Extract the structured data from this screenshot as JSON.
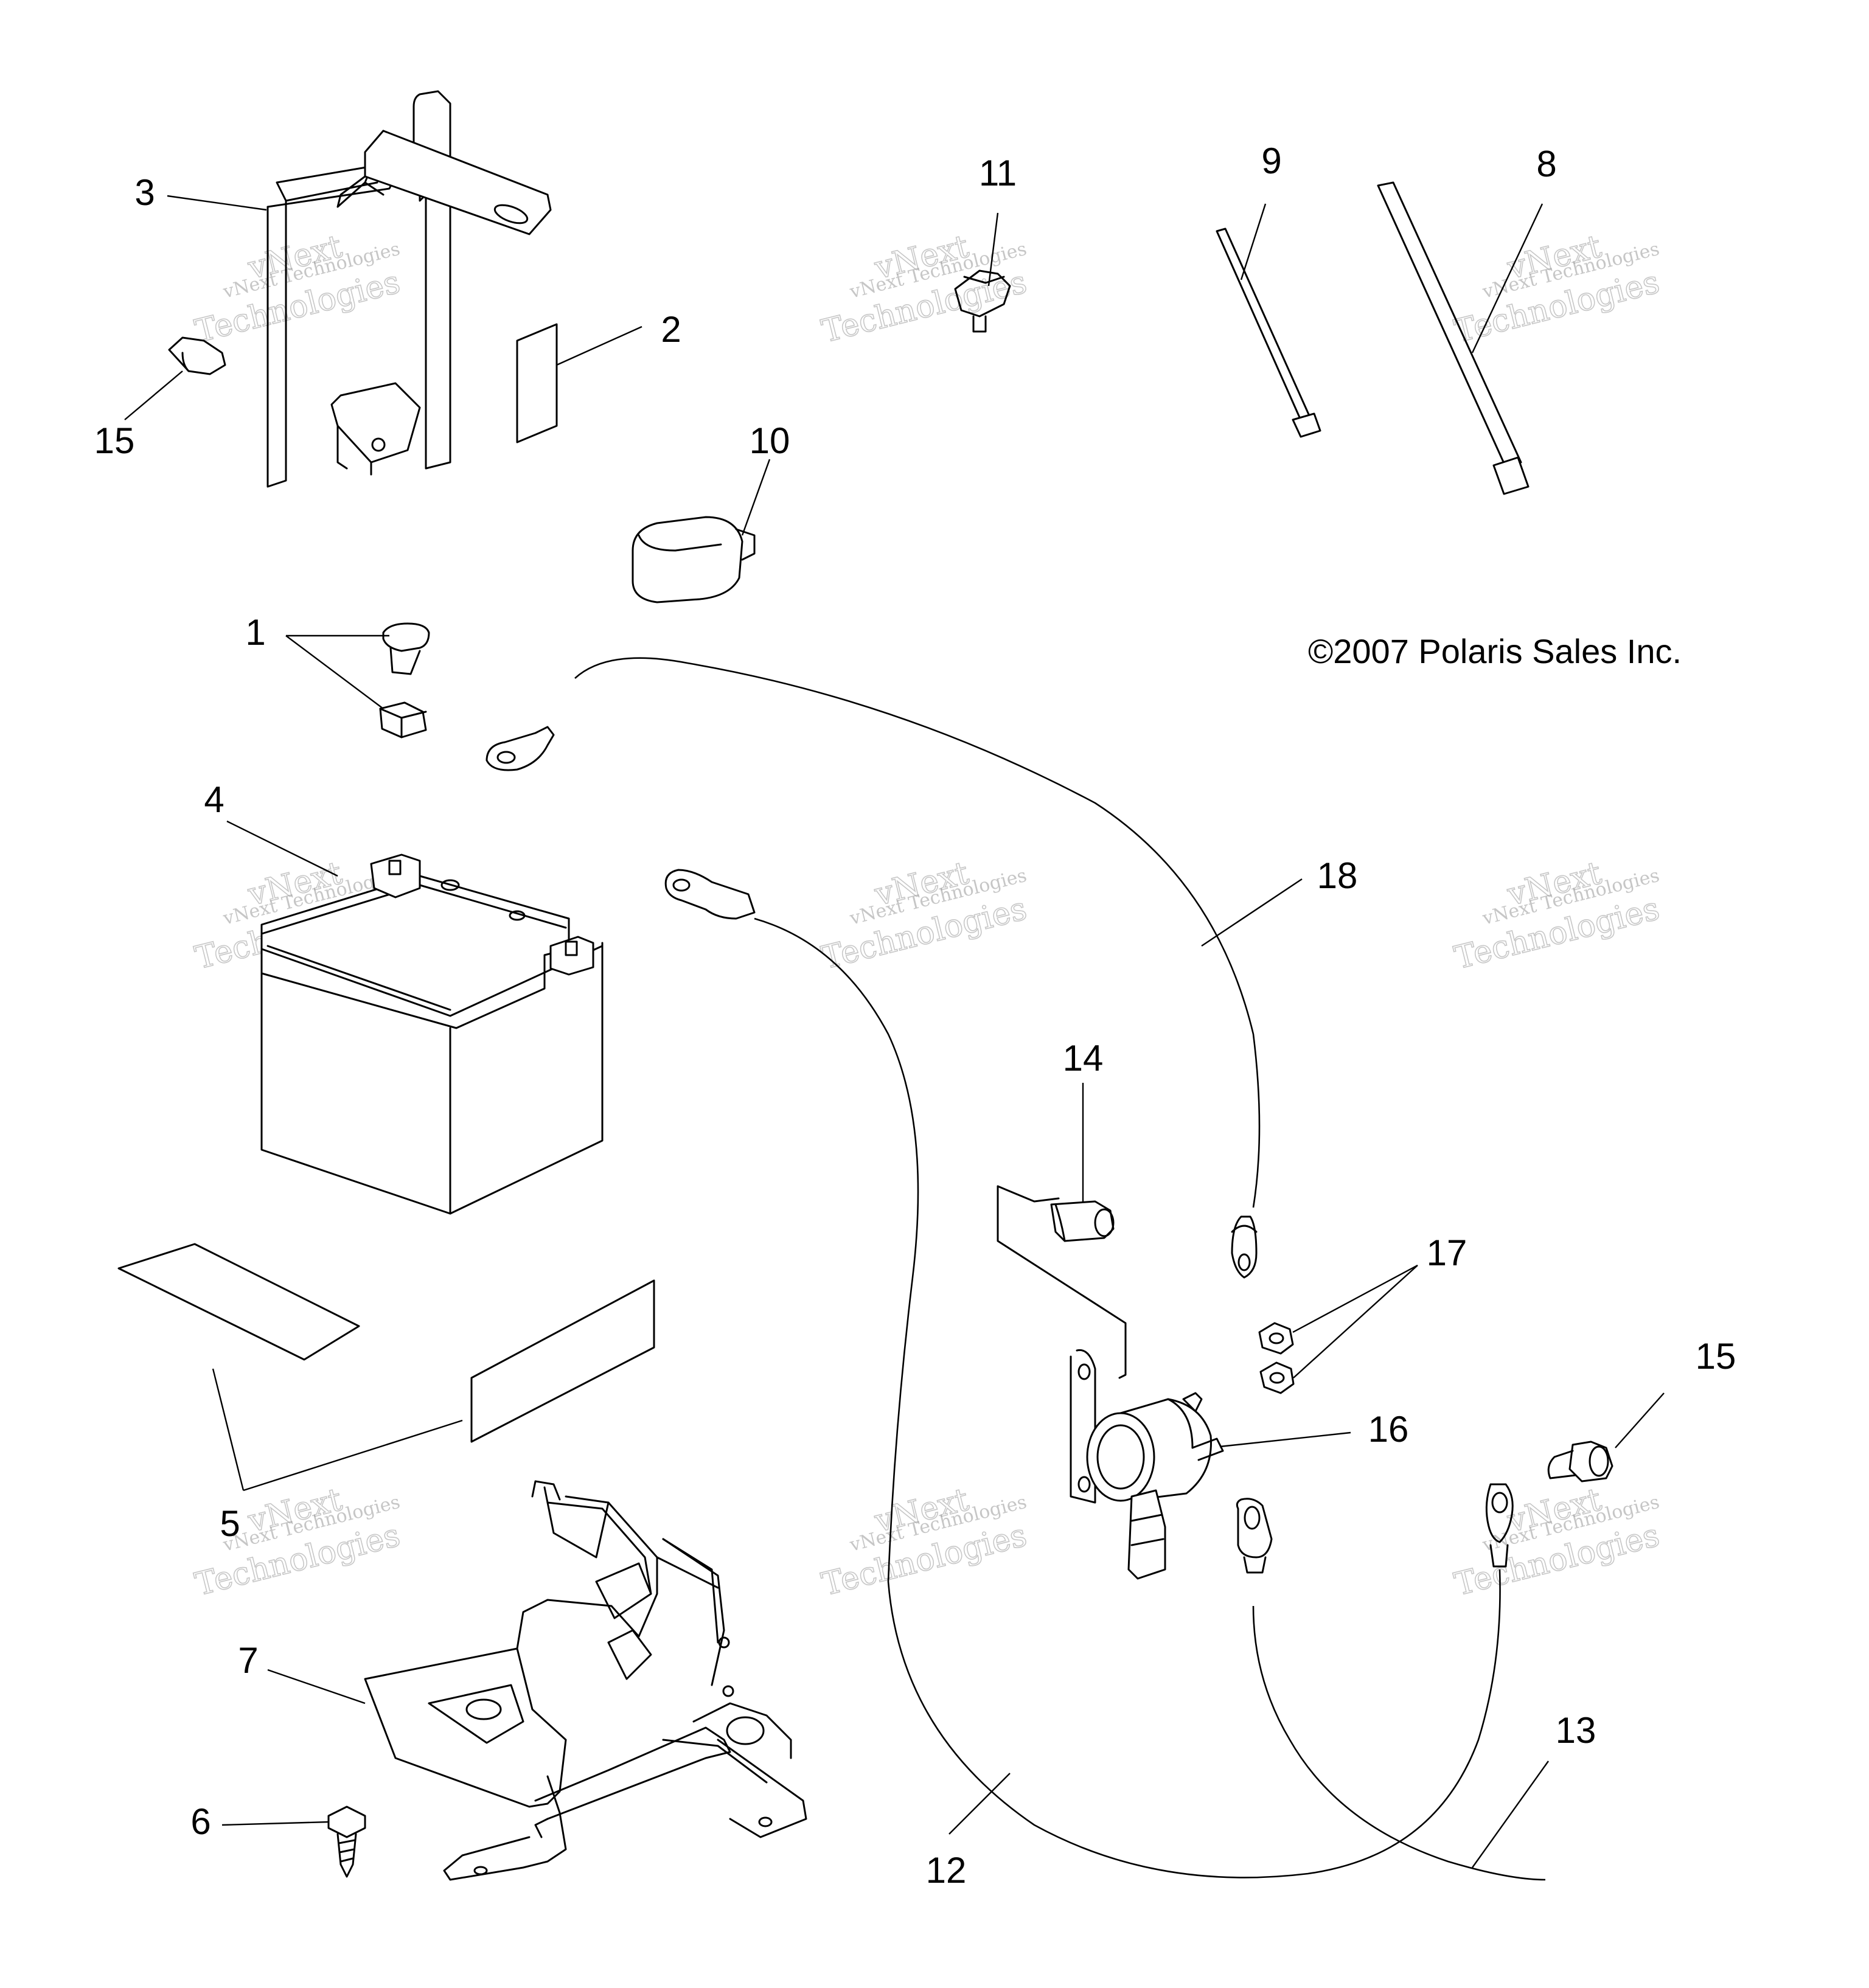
{
  "copyright": "©2007 Polaris Sales Inc.",
  "watermark": {
    "line1": "vNext Technologies",
    "brand": "vNext",
    "line2": "Technologies"
  },
  "callouts": {
    "c1": "1",
    "c2": "2",
    "c3": "3",
    "c4": "4",
    "c5": "5",
    "c6": "6",
    "c7": "7",
    "c8": "8",
    "c9": "9",
    "c10": "10",
    "c11": "11",
    "c12": "12",
    "c13": "13",
    "c14": "14",
    "c15a": "15",
    "c15b": "15",
    "c16": "16",
    "c17": "17",
    "c18": "18"
  }
}
